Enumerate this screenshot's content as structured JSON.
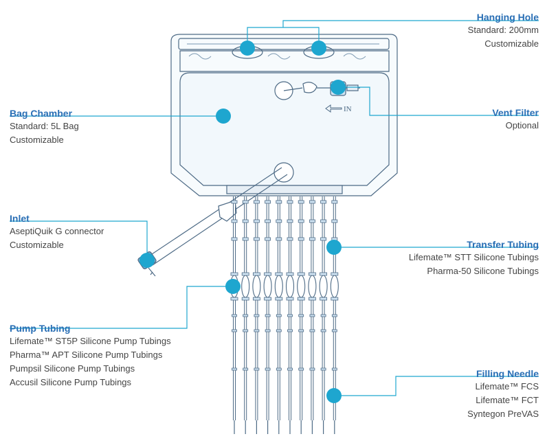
{
  "colors": {
    "accent": "#2a6fb5",
    "marker": "#1ea6cf",
    "line_art": "#4d6a85",
    "bag_fill": "#f2f8fc",
    "text": "#444444"
  },
  "labels": {
    "hanging_hole": {
      "title": "Hanging Hole",
      "lines": [
        "Standard: 200mm",
        "Customizable"
      ]
    },
    "bag_chamber": {
      "title": "Bag Chamber",
      "lines": [
        "Standard: 5L Bag",
        "Customizable"
      ]
    },
    "vent_filter": {
      "title": "Vent Filter",
      "lines": [
        "Optional"
      ]
    },
    "inlet": {
      "title": "Inlet",
      "lines": [
        "AseptiQuik G connector",
        "Customizable"
      ]
    },
    "transfer_tubing": {
      "title": "Transfer Tubing",
      "lines": [
        "Lifemate™ STT Silicone Tubings",
        "Pharma-50 Silicone Tubings"
      ]
    },
    "pump_tubing": {
      "title": "Pump Tubing",
      "lines": [
        "Lifemate™ ST5P Silicone Pump Tubings",
        "Pharma™ APT Silicone Pump Tubings",
        "Pumpsil  Silicone Pump Tubings",
        "Accusil Silicone Pump Tubings"
      ]
    },
    "filling_needle": {
      "title": "Filling Needle",
      "lines": [
        "Lifemate™ FCS",
        "Lifemate™ FCT",
        "Syntegon PreVAS"
      ]
    }
  },
  "drawing": {
    "in_arrow_label": "IN",
    "tube_count": 10
  }
}
